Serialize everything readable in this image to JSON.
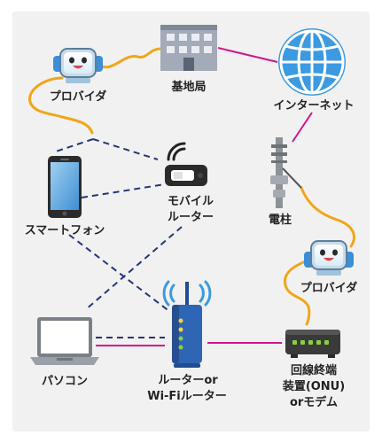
{
  "colors": {
    "panel": "#f1f1f1",
    "wireless_link": "#24357a",
    "wired_link": "#d1168b",
    "cable": "#f2a51a",
    "router_body": "#2f65b5",
    "globe": "#3b9ae1",
    "onu_body": "#3a3a3a",
    "onu_led": "#8ad13e"
  },
  "labels": {
    "base_station": "基地局",
    "internet": "インターネット",
    "provider_top": "プロバイダ",
    "utility_pole": "電柱",
    "smartphone": "スマートフォン",
    "mobile_router_1": "モバイル",
    "mobile_router_2": "ルーター",
    "provider_bottom": "プロバイダ",
    "pc": "パソコン",
    "wifi_router_1": "ルーターor",
    "wifi_router_2": "Wi-Fiルーター",
    "onu_1": "回線終端",
    "onu_2": "装置(ONU)",
    "onu_3": "orモデム"
  },
  "icons": {
    "provider_mascot": "smiling-server-mascot-icon",
    "base_station": "building-icon",
    "internet": "globe-icon",
    "smartphone": "smartphone-icon",
    "mobile_router": "pocket-wifi-icon",
    "utility_pole": "utility-pole-icon",
    "pc": "laptop-icon",
    "wifi_router": "wifi-router-icon",
    "onu": "onu-modem-icon"
  }
}
